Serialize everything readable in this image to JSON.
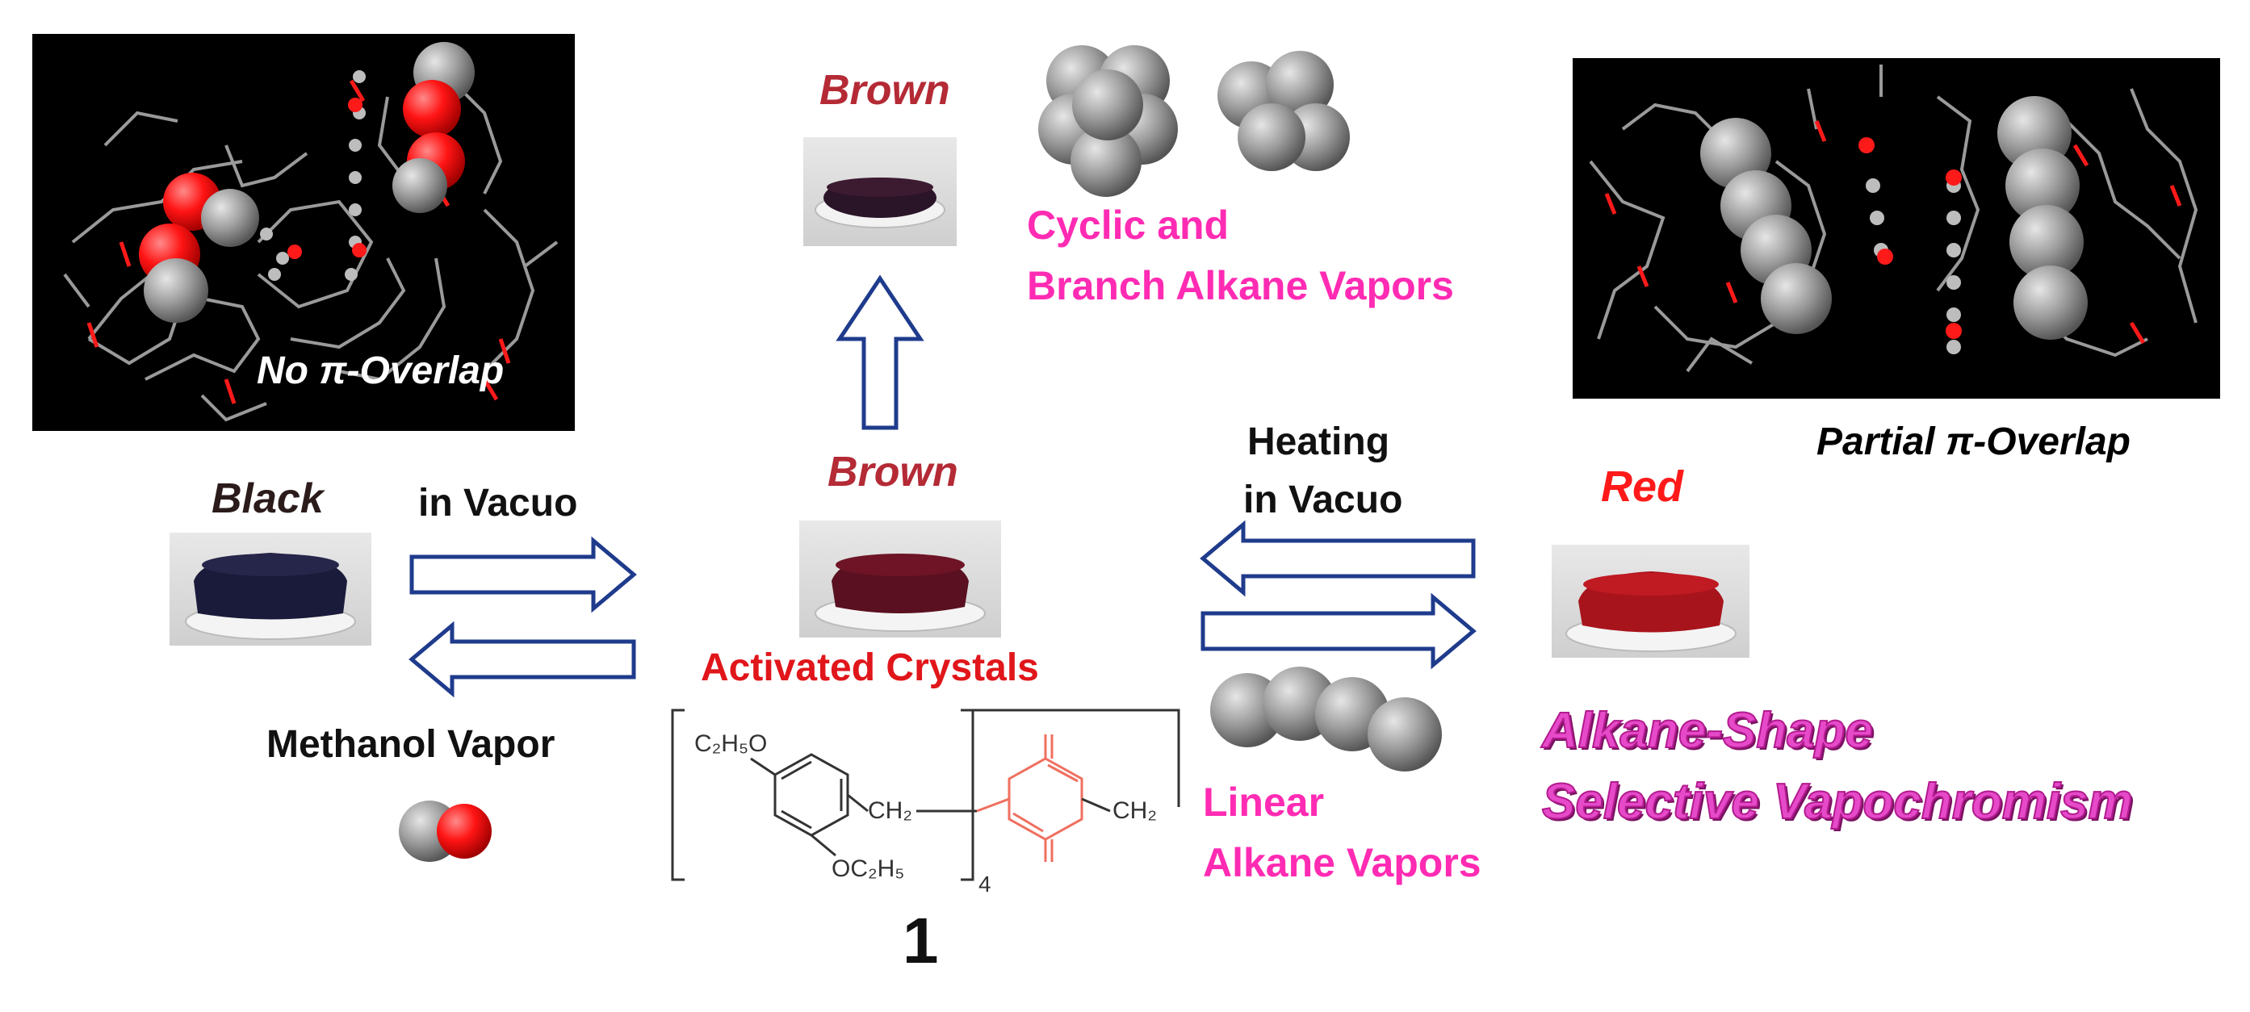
{
  "labels": {
    "no_overlap": "No π-Overlap",
    "partial_overlap": "Partial π-Overlap",
    "black": "Black",
    "brown_top": "Brown",
    "brown_mid": "Brown",
    "red": "Red",
    "in_vacuo": "in Vacuo",
    "heating": "Heating",
    "heating_in_vacuo": "in Vacuo",
    "methanol_vapor": "Methanol Vapor",
    "cyclic_line1": "Cyclic and",
    "cyclic_line2": "Branch Alkane Vapors",
    "activated_crystals": "Activated Crystals",
    "linear_line1": "Linear",
    "linear_line2": "Alkane Vapors",
    "shape_line1": "Alkane-Shape",
    "shape_line2": "Selective Vapochromism",
    "compound_number": "1"
  },
  "structure": {
    "ethoxy_top": "C₂H₅O",
    "ethoxy_bottom": "OC₂H₅",
    "ch2_left": "CH₂",
    "ch2_right": "CH₂",
    "repeat_subscript": "4"
  },
  "colors": {
    "arrow_stroke": "#1f3b8c",
    "magenta": "#ff2bb3",
    "crimson": "#e0161b",
    "dark_red_label": "#b42a35",
    "quinone": "#f06f5f",
    "atom_gray": "#9a9a9a",
    "oxygen": "#ff1010"
  }
}
